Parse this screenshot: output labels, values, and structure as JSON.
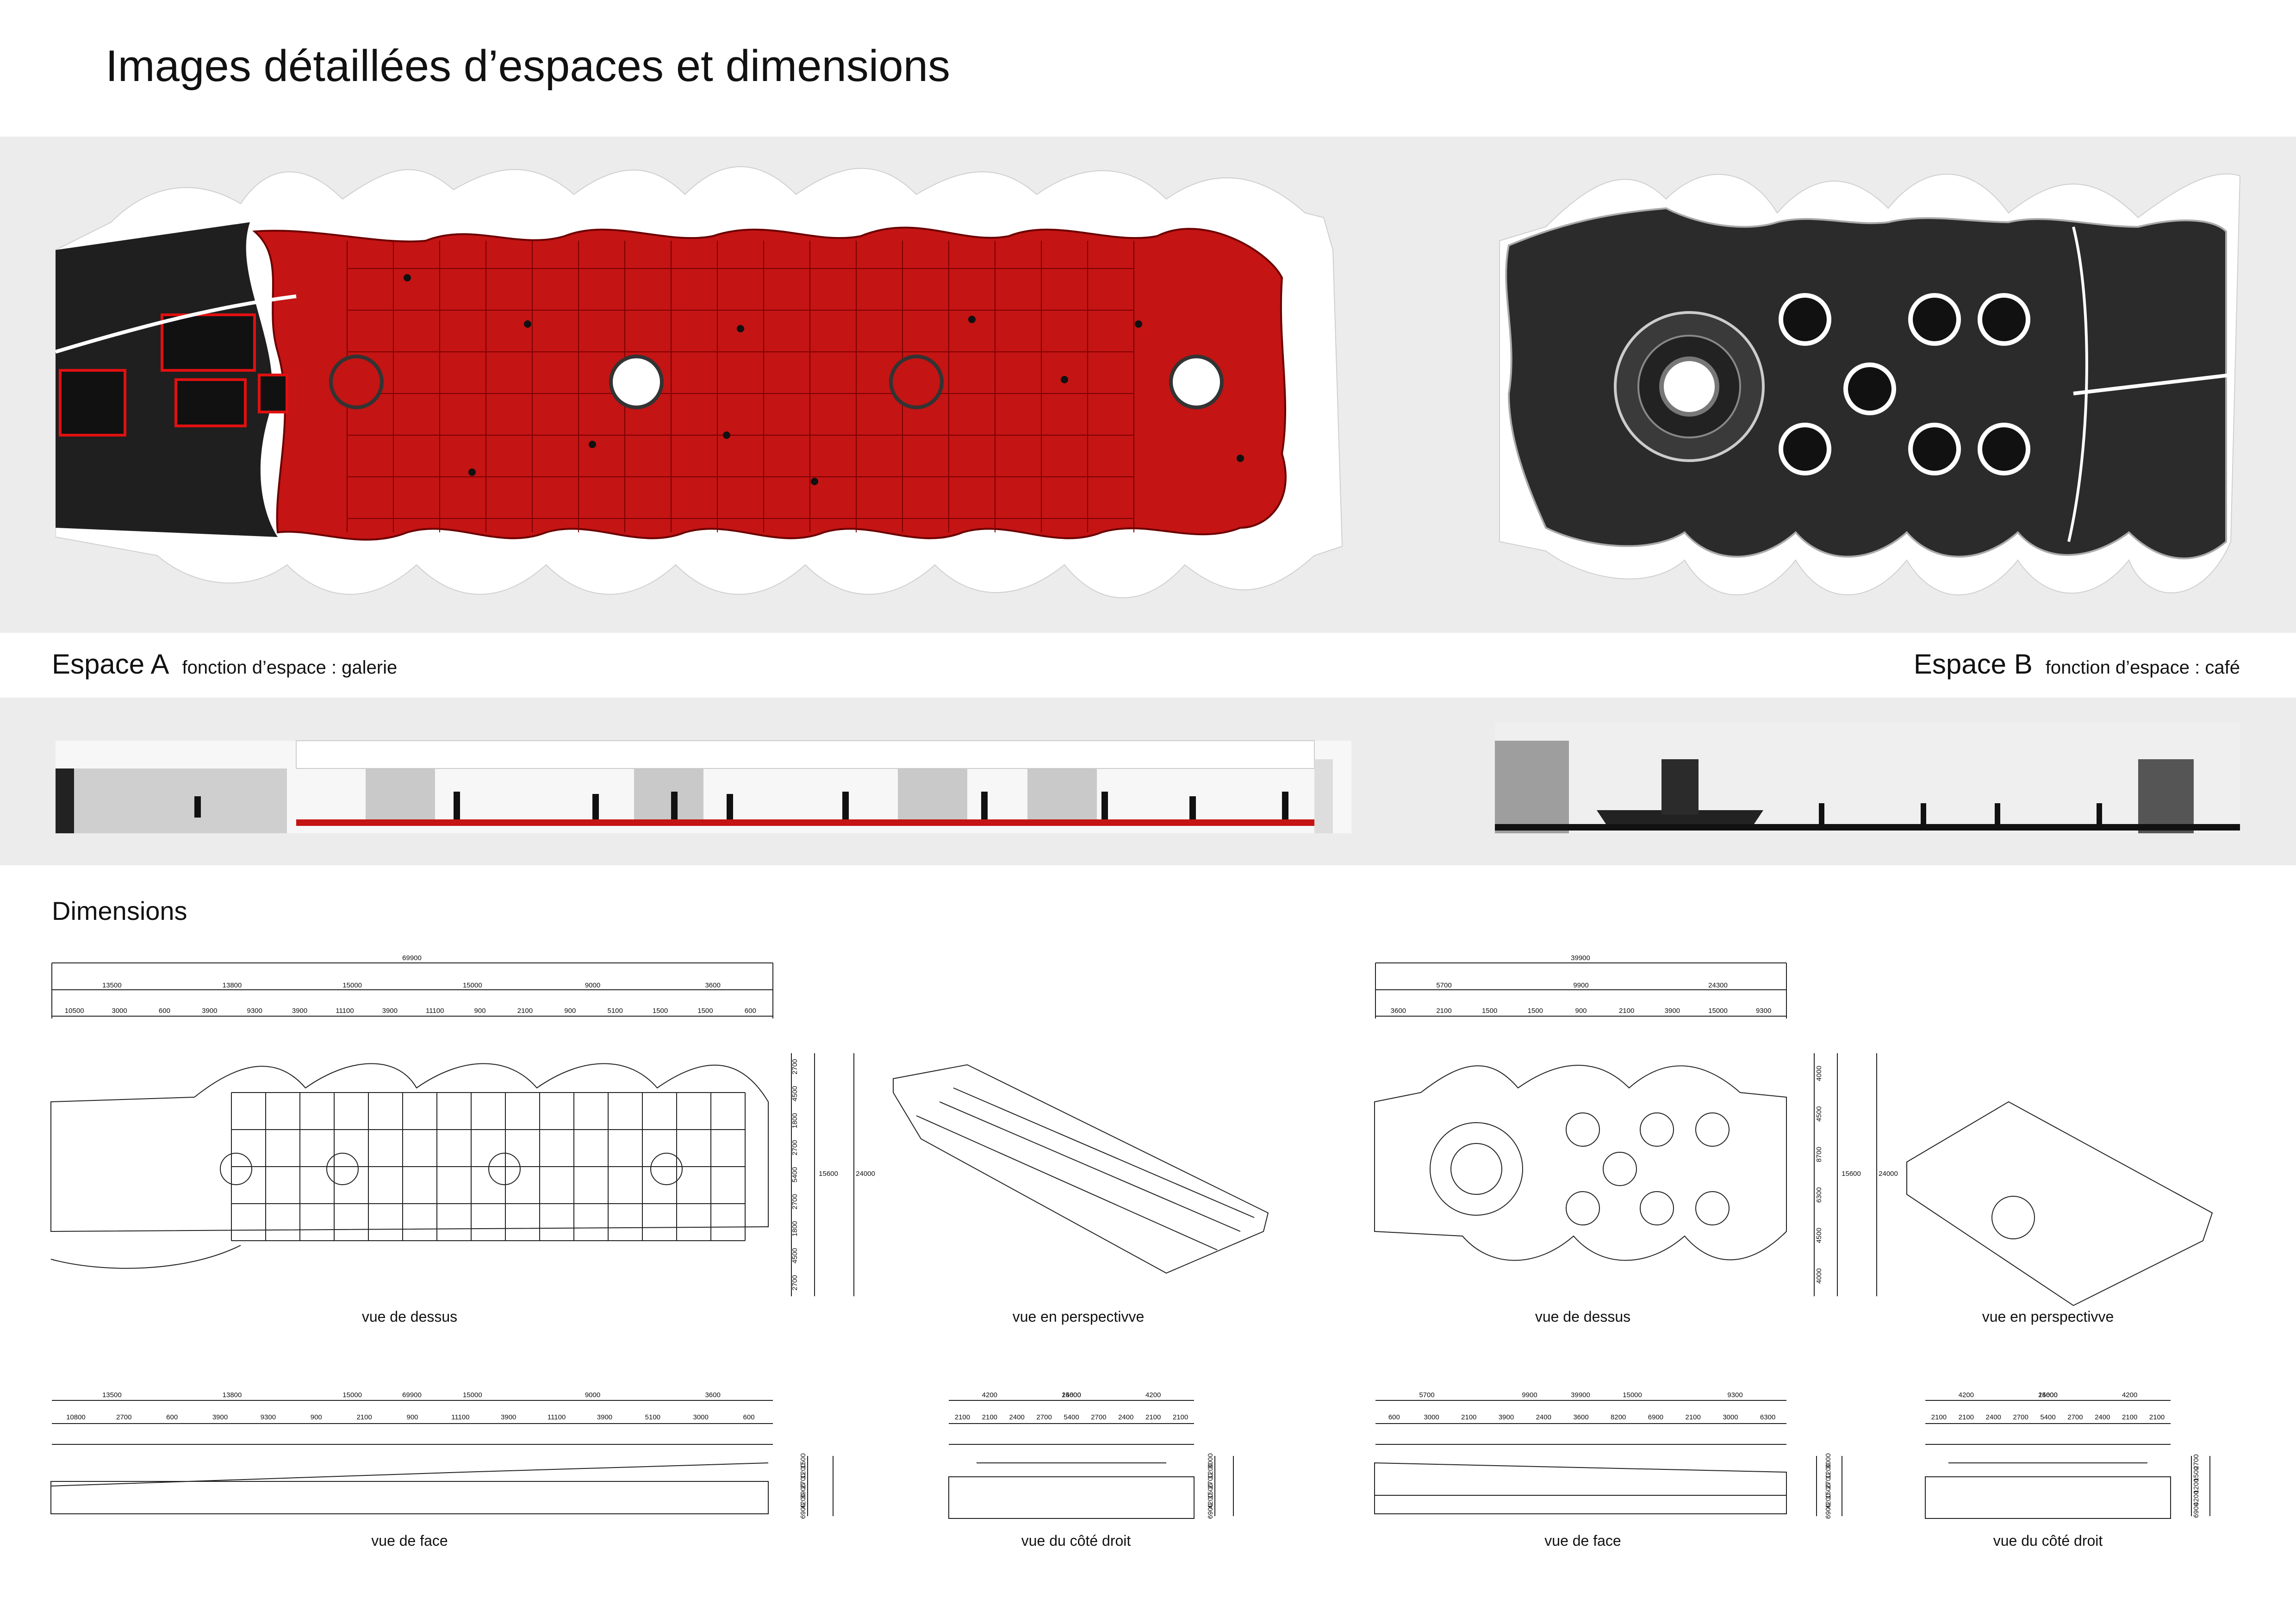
{
  "page": {
    "title": "Images détaillées d’espaces et dimensions",
    "dimensions_heading": "Dimensions"
  },
  "colors": {
    "gallery_floor": "#c41414",
    "cafe_floor": "#2b2b2b",
    "panel_bg": "#ececec",
    "line": "#222222"
  },
  "space_a": {
    "name": "Espace A",
    "function": "fonction d’espace : galerie",
    "views": {
      "top": "vue de dessus",
      "perspective": "vue en perspectivve",
      "front": "vue de face",
      "side": "vue du côté droit"
    },
    "dims": {
      "top_total": "69900",
      "top_row1": [
        "13500",
        "13800",
        "15000",
        "15000",
        "9000",
        "3600"
      ],
      "top_row2": [
        "10500",
        "3000",
        "600",
        "3900",
        "9300",
        "3900",
        "11100",
        "3900",
        "11100",
        "900",
        "2100",
        "900",
        "5100",
        "1500",
        "1500",
        "600"
      ],
      "side_total": "24000",
      "side_row": [
        "2700",
        "4500",
        "1800",
        "2700",
        "5400",
        "2700",
        "1800",
        "4500",
        "2700"
      ],
      "side_mid": "15600",
      "front_total": "69900",
      "front_row1": [
        "13500",
        "13800",
        "15000",
        "15000",
        "9000",
        "3600"
      ],
      "front_row2": [
        "10800",
        "2700",
        "600",
        "3900",
        "9300",
        "900",
        "2100",
        "900",
        "11100",
        "3900",
        "11100",
        "3900",
        "5100",
        "3000",
        "600"
      ],
      "front_height": [
        "1500",
        "1200",
        "2700",
        "3900",
        "4200",
        "6900"
      ],
      "right_total": "24000",
      "right_row1": [
        "4200",
        "15600",
        "4200"
      ],
      "right_row2": [
        "2100",
        "2100",
        "2400",
        "2700",
        "5400",
        "2700",
        "2400",
        "2100",
        "2100"
      ],
      "right_height": [
        "3000",
        "1200",
        "2700",
        "1500",
        "4200",
        "6900"
      ]
    }
  },
  "space_b": {
    "name": "Espace B",
    "function": "fonction d’espace : café",
    "views": {
      "top": "vue de dessus",
      "perspective": "vue en perspectivve",
      "front": "vue de face",
      "side": "vue du côté droit"
    },
    "dims": {
      "top_total": "39900",
      "top_row1": [
        "5700",
        "9900",
        "24300"
      ],
      "top_row2": [
        "3600",
        "2100",
        "1500",
        "1500",
        "900",
        "2100",
        "3900",
        "15000",
        "9300"
      ],
      "side_total": "24000",
      "side_row": [
        "4000",
        "4500",
        "8700",
        "6300",
        "4500",
        "4000"
      ],
      "side_mid": "15600",
      "front_total": "39900",
      "front_row1": [
        "5700",
        "9900",
        "15000",
        "9300"
      ],
      "front_row2": [
        "600",
        "3000",
        "2100",
        "3900",
        "2400",
        "3600",
        "8200",
        "6900",
        "2100",
        "3000",
        "6300"
      ],
      "front_height": [
        "3000",
        "1200",
        "2700",
        "1500",
        "4200",
        "6900"
      ],
      "right_total": "24000",
      "right_row1": [
        "4200",
        "15600",
        "4200"
      ],
      "right_row2": [
        "2100",
        "2100",
        "2400",
        "2700",
        "5400",
        "2700",
        "2400",
        "2100",
        "2100"
      ],
      "right_height": [
        "2700",
        "1500",
        "1200",
        "4200",
        "6900"
      ]
    }
  }
}
